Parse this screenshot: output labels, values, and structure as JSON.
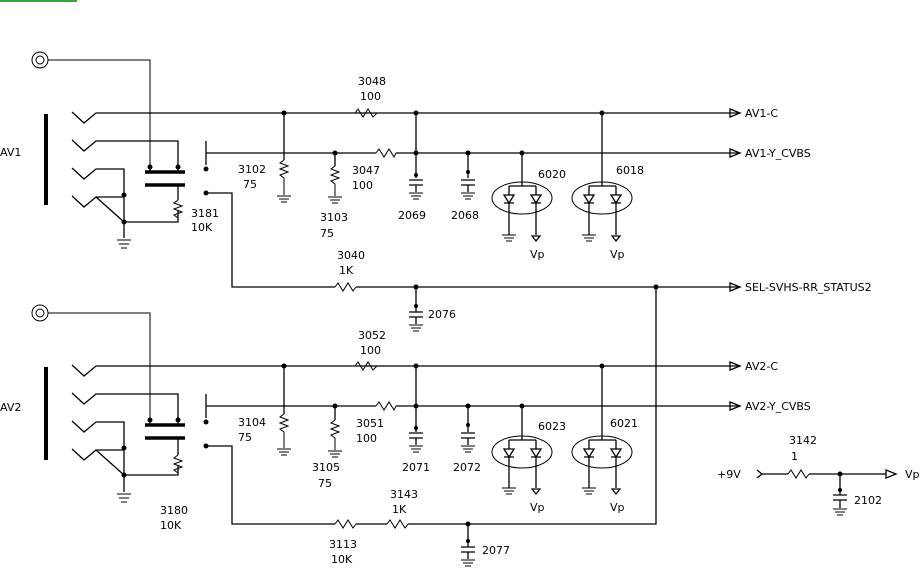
{
  "schematic": {
    "connectors": {
      "av1": "AV1",
      "av2": "AV2"
    },
    "signals": {
      "av1_c": "AV1-C",
      "av1_y": "AV1-Y_CVBS",
      "sel": "SEL-SVHS-RR_STATUS2",
      "av2_c": "AV2-C",
      "av2_y": "AV2-Y_CVBS",
      "plus9v": "+9V",
      "vp": "Vp"
    },
    "resistors": [
      {
        "ref": "3048",
        "value": "100"
      },
      {
        "ref": "3047",
        "value": "100"
      },
      {
        "ref": "3102",
        "value": "75"
      },
      {
        "ref": "3103",
        "value": "75"
      },
      {
        "ref": "3181",
        "value": "10K"
      },
      {
        "ref": "3040",
        "value": "1K"
      },
      {
        "ref": "3052",
        "value": "100"
      },
      {
        "ref": "3051",
        "value": "100"
      },
      {
        "ref": "3104",
        "value": "75"
      },
      {
        "ref": "3105",
        "value": "75"
      },
      {
        "ref": "3180",
        "value": "10K"
      },
      {
        "ref": "3143",
        "value": "1K"
      },
      {
        "ref": "3113",
        "value": "10K"
      },
      {
        "ref": "3142",
        "value": "1"
      }
    ],
    "capacitors": [
      "2069",
      "2068",
      "2076",
      "2071",
      "2072",
      "2077",
      "2102"
    ],
    "diodes": [
      "6020",
      "6018",
      "6023",
      "6021"
    ]
  }
}
